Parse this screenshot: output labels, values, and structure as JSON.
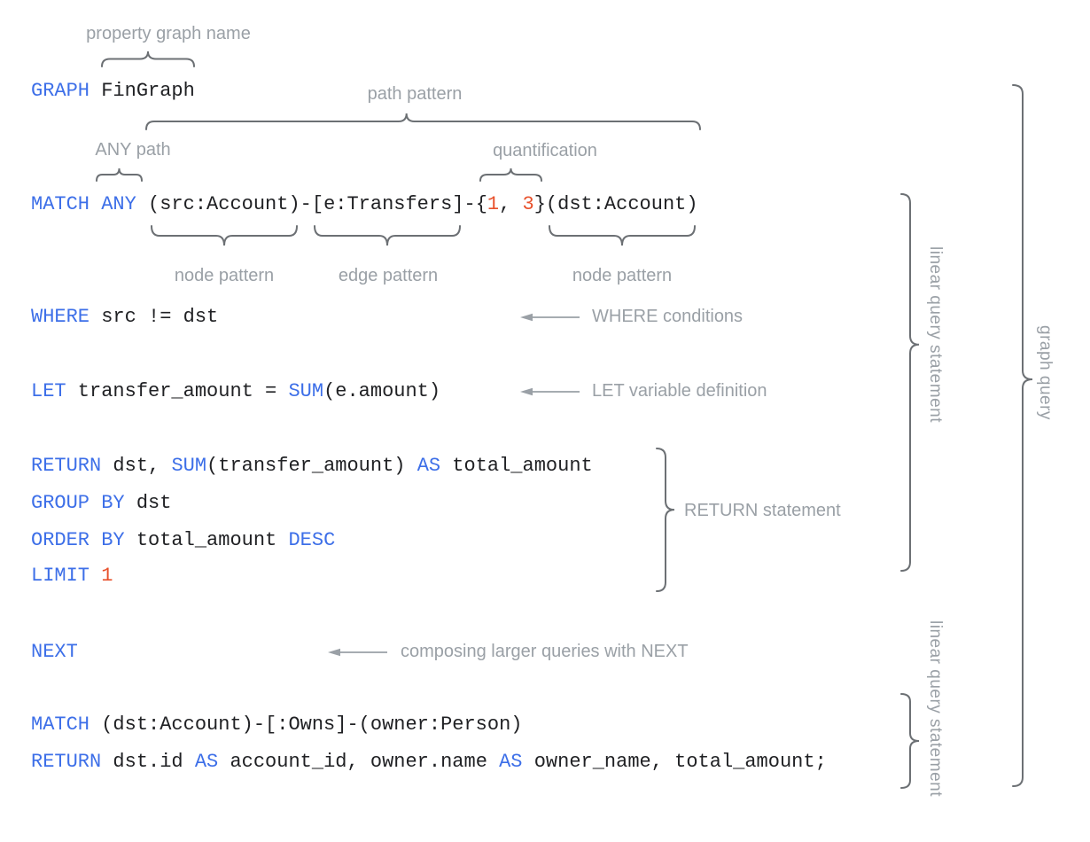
{
  "colors": {
    "keyword_blue": "#3d6fe8",
    "number_red": "#e8502b",
    "code_black": "#202124",
    "label_gray": "#9aa0a6",
    "brace_gray": "#6c7074",
    "background": "#ffffff"
  },
  "code": {
    "lines": [
      {
        "tokens": [
          {
            "t": "GRAPH",
            "c": "kw"
          },
          {
            "t": " FinGraph",
            "c": "tx"
          }
        ]
      },
      {
        "tokens": [
          {
            "t": "MATCH ANY",
            "c": "kw"
          },
          {
            "t": " (src:Account)-[e:Transfers]-{",
            "c": "tx"
          },
          {
            "t": "1",
            "c": "num"
          },
          {
            "t": ", ",
            "c": "tx"
          },
          {
            "t": "3",
            "c": "num"
          },
          {
            "t": "}(dst:Account)",
            "c": "tx"
          }
        ]
      },
      {
        "tokens": [
          {
            "t": "WHERE",
            "c": "kw"
          },
          {
            "t": " src != dst",
            "c": "tx"
          }
        ]
      },
      {
        "tokens": [
          {
            "t": "LET",
            "c": "kw"
          },
          {
            "t": " transfer_amount = ",
            "c": "tx"
          },
          {
            "t": "SUM",
            "c": "kw"
          },
          {
            "t": "(e.amount)",
            "c": "tx"
          }
        ]
      },
      {
        "tokens": [
          {
            "t": "RETURN",
            "c": "kw"
          },
          {
            "t": " dst, ",
            "c": "tx"
          },
          {
            "t": "SUM",
            "c": "kw"
          },
          {
            "t": "(transfer_amount) ",
            "c": "tx"
          },
          {
            "t": "AS",
            "c": "kw"
          },
          {
            "t": " total_amount",
            "c": "tx"
          }
        ]
      },
      {
        "tokens": [
          {
            "t": "GROUP BY",
            "c": "kw"
          },
          {
            "t": " dst",
            "c": "tx"
          }
        ]
      },
      {
        "tokens": [
          {
            "t": "ORDER BY",
            "c": "kw"
          },
          {
            "t": " total_amount ",
            "c": "tx"
          },
          {
            "t": "DESC",
            "c": "kw"
          }
        ]
      },
      {
        "tokens": [
          {
            "t": "LIMIT",
            "c": "kw"
          },
          {
            "t": " ",
            "c": "tx"
          },
          {
            "t": "1",
            "c": "num"
          }
        ]
      },
      {
        "tokens": [
          {
            "t": "NEXT",
            "c": "kw"
          }
        ]
      },
      {
        "tokens": [
          {
            "t": "MATCH",
            "c": "kw"
          },
          {
            "t": " (dst:Account)-[:Owns]-(owner:Person)",
            "c": "tx"
          }
        ]
      },
      {
        "tokens": [
          {
            "t": "RETURN",
            "c": "kw"
          },
          {
            "t": " dst.id ",
            "c": "tx"
          },
          {
            "t": "AS",
            "c": "kw"
          },
          {
            "t": " account_id, owner.name ",
            "c": "tx"
          },
          {
            "t": "AS",
            "c": "kw"
          },
          {
            "t": " owner_name, total_amount;",
            "c": "tx"
          }
        ]
      }
    ]
  },
  "labels": {
    "property_graph_name": "property graph name",
    "path_pattern": "path pattern",
    "any_path": "ANY path",
    "quantification": "quantification",
    "node_pattern_1": "node pattern",
    "edge_pattern": "edge pattern",
    "node_pattern_2": "node pattern",
    "where_conditions": "WHERE conditions",
    "let_variable_definition": "LET variable definition",
    "return_statement": "RETURN statement",
    "next_note": "composing larger queries with NEXT",
    "linear_query_statement_1": "linear query statement",
    "graph_query": "graph query",
    "linear_query_statement_2": "linear query statement"
  }
}
